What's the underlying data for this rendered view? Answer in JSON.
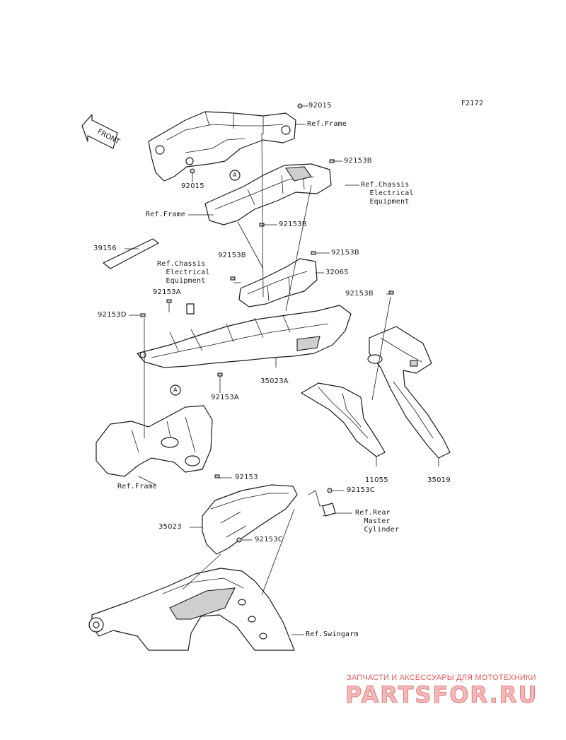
{
  "diagram_code": "F2172",
  "front_label": "FRONT",
  "part_numbers": [
    {
      "id": "p92015_top",
      "label": "92015"
    },
    {
      "id": "p92015_left",
      "label": "92015"
    },
    {
      "id": "p92153B_1",
      "label": "92153B"
    },
    {
      "id": "p92153B_2",
      "label": "92153B"
    },
    {
      "id": "p92153B_3",
      "label": "92153B"
    },
    {
      "id": "p92153B_4",
      "label": "92153B"
    },
    {
      "id": "p92153B_5",
      "label": "92153B"
    },
    {
      "id": "p32065",
      "label": "32065"
    },
    {
      "id": "p39156",
      "label": "39156"
    },
    {
      "id": "p92153A_1",
      "label": "92153A"
    },
    {
      "id": "p92153A_2",
      "label": "92153A"
    },
    {
      "id": "p92153D",
      "label": "92153D"
    },
    {
      "id": "p35023A",
      "label": "35023A"
    },
    {
      "id": "p11055",
      "label": "11055"
    },
    {
      "id": "p35019",
      "label": "35019"
    },
    {
      "id": "p92153",
      "label": "92153"
    },
    {
      "id": "p92153C_1",
      "label": "92153C"
    },
    {
      "id": "p92153C_2",
      "label": "92153C"
    },
    {
      "id": "p35023",
      "label": "35023"
    }
  ],
  "references": [
    {
      "id": "ref_frame_top",
      "label": "Ref.Frame"
    },
    {
      "id": "ref_frame_mid",
      "label": "Ref.Frame"
    },
    {
      "id": "ref_frame_low",
      "label": "Ref.Frame"
    },
    {
      "id": "ref_chassis_right",
      "label": "Ref.Chassis\n  Electrical\n  Equipment"
    },
    {
      "id": "ref_chassis_left",
      "label": "Ref.Chassis\n  Electrical\n  Equipment"
    },
    {
      "id": "ref_rear_master",
      "label": "Ref.Rear\n  Master\n  Cylinder"
    },
    {
      "id": "ref_swingarm",
      "label": "Ref.Swingarm"
    }
  ],
  "callout_marker": "A",
  "watermark": {
    "subtitle": "ЗАПЧАСТИ И АКСЕССУАРЫ ДЛЯ МОТОТЕХНИКИ",
    "brand": "PARTSFOR.RU"
  }
}
